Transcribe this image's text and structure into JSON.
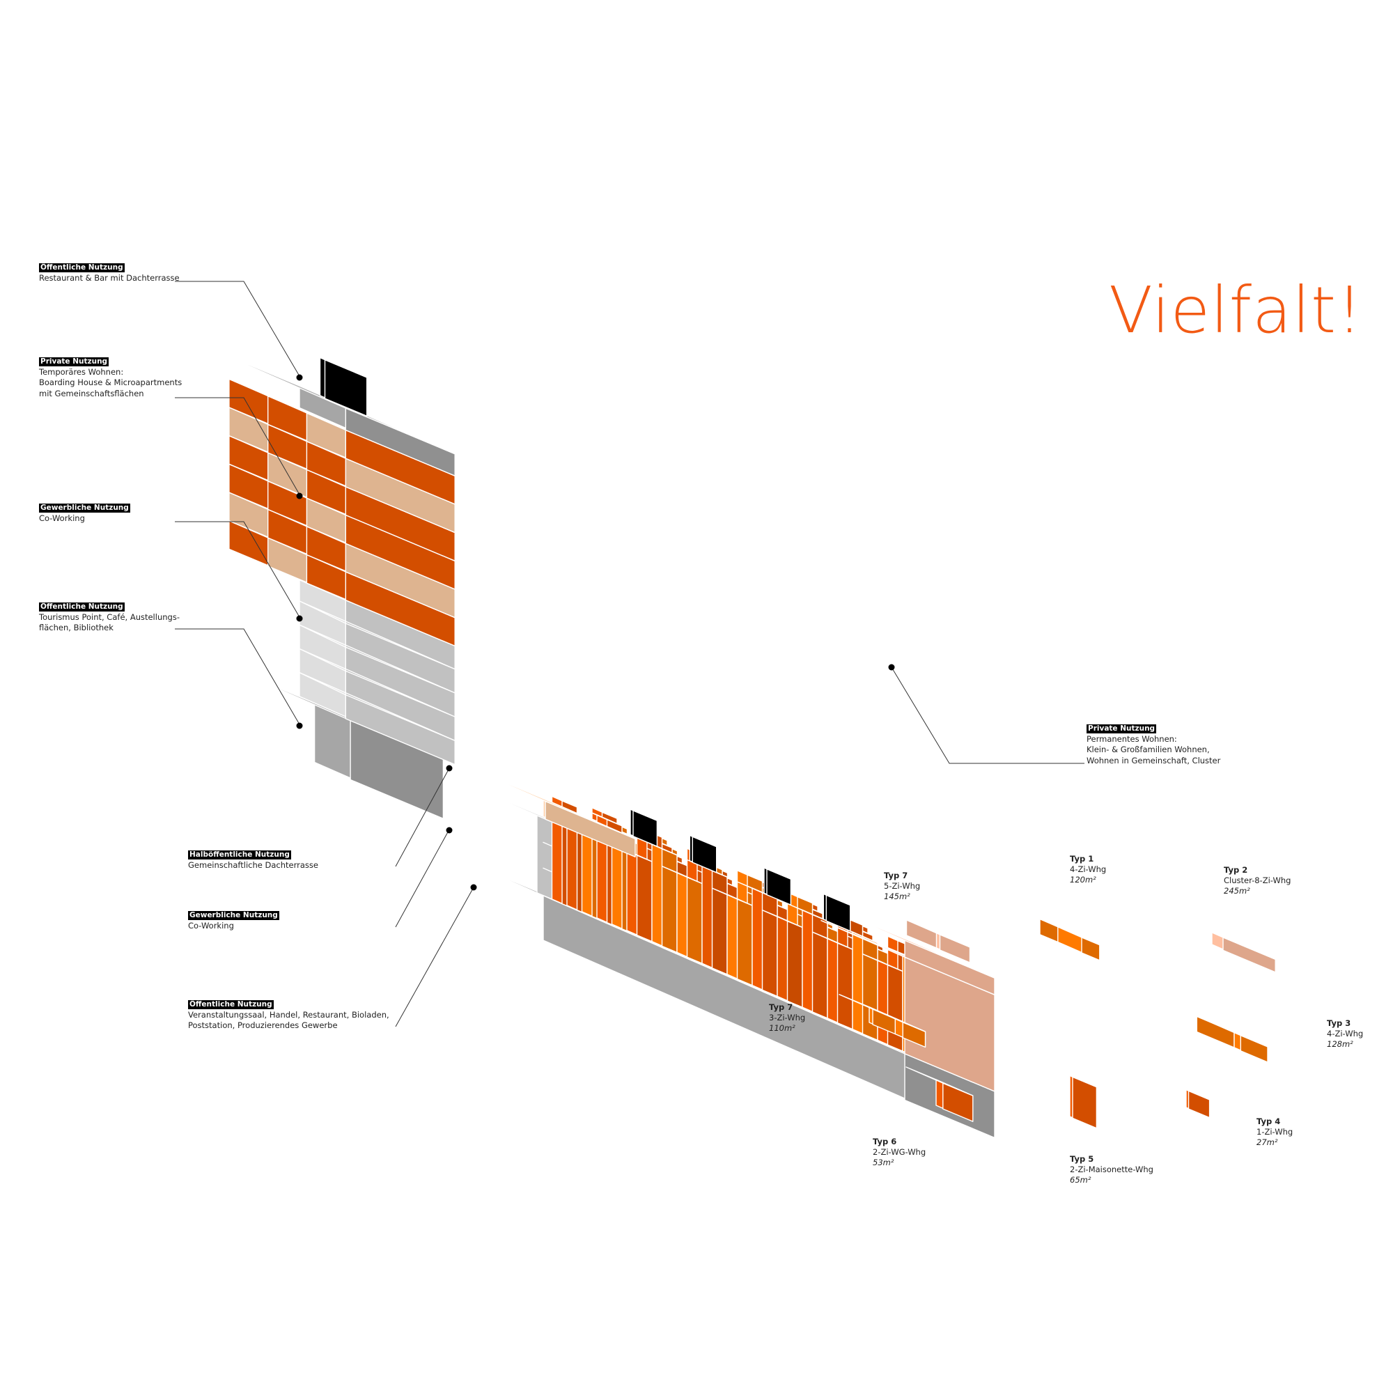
{
  "title": "Vielfalt!",
  "accent_color": "#f25a14",
  "colors": {
    "dark_orange": "#f25a00",
    "mid_orange": "#ff7a00",
    "light_orange": "#ffcfa5",
    "salmon": "#ffbfa0",
    "light_grey": "#dedede",
    "mid_grey": "#a6a6a6",
    "black": "#000000"
  },
  "tower_labels": [
    {
      "heading": "Öffentliche Nutzung",
      "lines": [
        "Restaurant & Bar mit Dachterrasse"
      ]
    },
    {
      "heading": "Private Nutzung",
      "lines": [
        "Temporäres Wohnen:",
        "Boarding House & Microapartments",
        "mit Gemeinschaftsflächen"
      ]
    },
    {
      "heading": "Gewerbliche Nutzung",
      "lines": [
        "Co-Working"
      ]
    },
    {
      "heading": "Öffentliche Nutzung",
      "lines": [
        "Tourismus Point, Café, Austellungs-",
        "flächen, Bibliothek"
      ]
    }
  ],
  "slab_labels": [
    {
      "heading": "Halböffentliche Nutzung",
      "lines": [
        "Gemeinschaftliche Dachterrasse"
      ]
    },
    {
      "heading": "Gewerbliche Nutzung",
      "lines": [
        "Co-Working"
      ]
    },
    {
      "heading": "Öffentliche Nutzung",
      "lines": [
        "Veranstaltungssaal, Handel, Restaurant, Bioladen,",
        "Poststation, Produzierendes Gewerbe"
      ]
    }
  ],
  "right_label": {
    "heading": "Private Nutzung",
    "lines": [
      "Permanentes Wohnen:",
      "Klein- & Großfamilien Wohnen,",
      "Wohnen in Gemeinschaft, Cluster"
    ]
  },
  "types": [
    {
      "name": "Typ 7",
      "desc": "5-Zi-Whg",
      "area": "145m²"
    },
    {
      "name": "Typ 1",
      "desc": "4-Zi-Whg",
      "area": "120m²"
    },
    {
      "name": "Typ 2",
      "desc": "Cluster-8-Zi-Whg",
      "area": "245m²"
    },
    {
      "name": "Typ 7",
      "desc": "3-Zi-Whg",
      "area": "110m²"
    },
    {
      "name": "Typ 3",
      "desc": "4-Zi-Whg",
      "area": "128m²"
    },
    {
      "name": "Typ 6",
      "desc": "2-Zi-WG-Whg",
      "area": "53m²"
    },
    {
      "name": "Typ 5",
      "desc": "2-Zi-Maisonette-Whg",
      "area": "65m²"
    },
    {
      "name": "Typ 4",
      "desc": "1-Zi-Whg",
      "area": "27m²"
    }
  ]
}
